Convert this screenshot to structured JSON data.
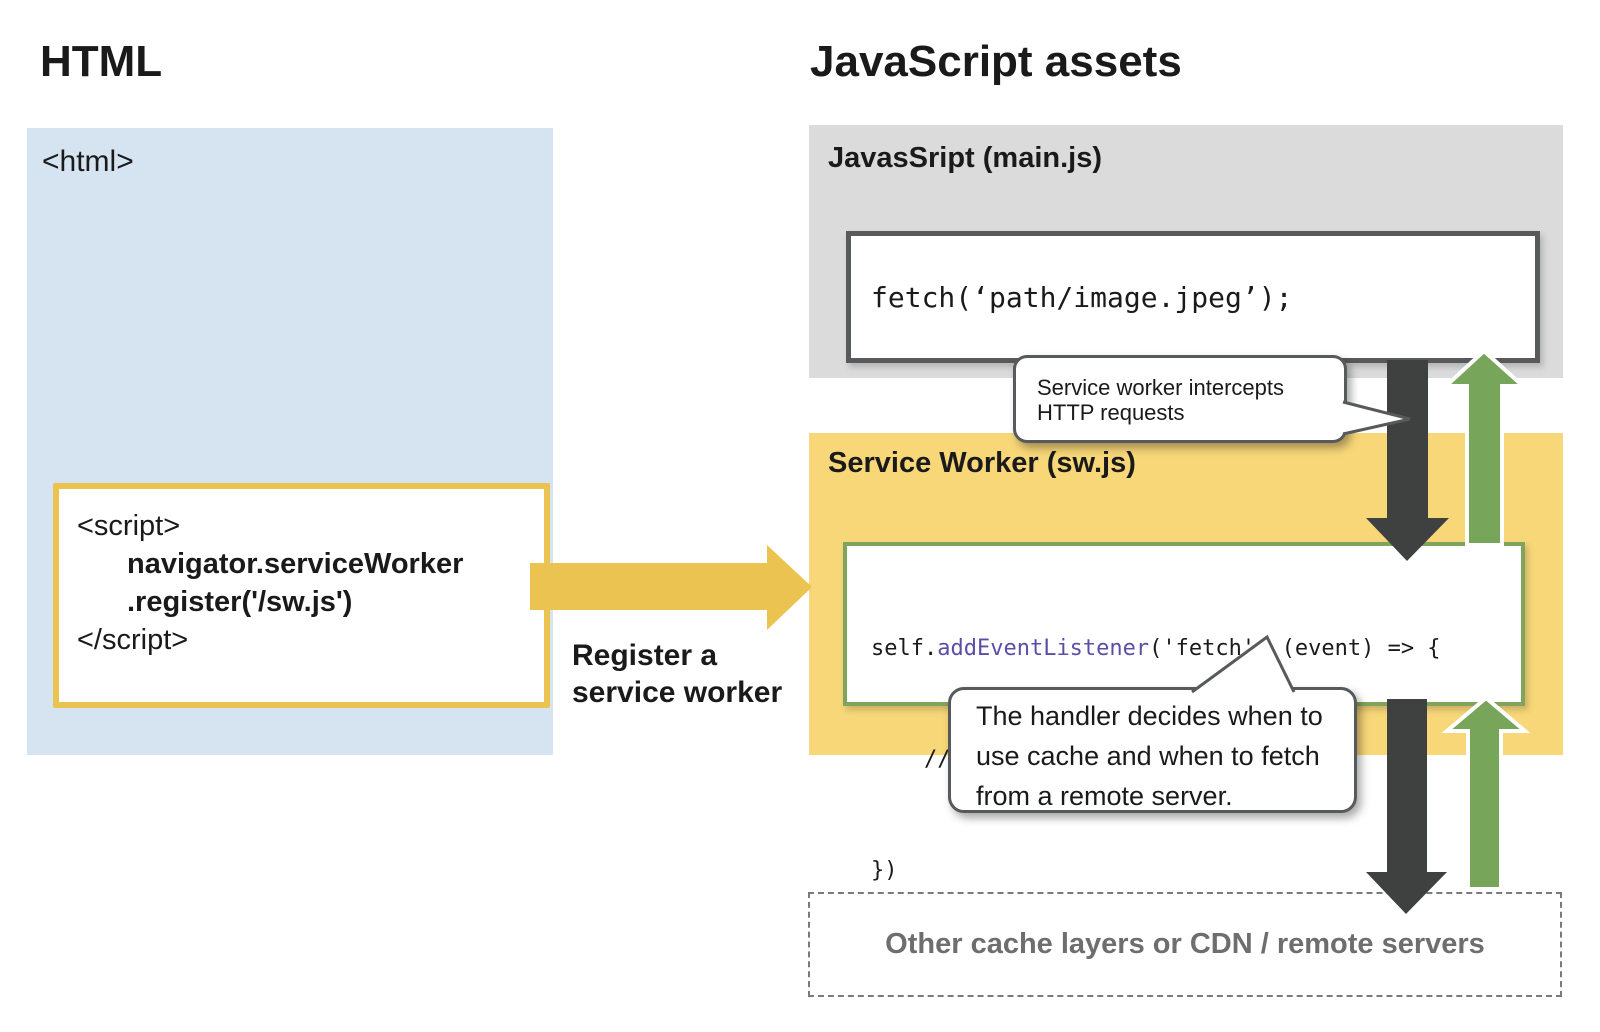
{
  "left": {
    "heading": "HTML",
    "html_tag": "<html>",
    "script": {
      "open": "<script>",
      "nav": "navigator.serviceWorker",
      "register": ".register('/sw.js')",
      "close": "</script>"
    },
    "register_label": [
      "Register a",
      "service worker"
    ]
  },
  "right": {
    "heading": "JavaScript assets",
    "mainjs": {
      "title": "JavasSript (main.js)",
      "code": "fetch(‘path/image.jpeg’);"
    },
    "sw": {
      "title": "Service Worker (sw.js)",
      "line1_pre": "self.",
      "line1_func": "addEventListener",
      "line1_post": "('fetch', (event) => {",
      "line2": "// logic of handling fetch event",
      "line3": "})"
    },
    "cache_label": "Other cache layers or CDN / remote servers"
  },
  "bubbles": {
    "intercept": {
      "lines": [
        "Service worker intercepts",
        "HTTP requests"
      ]
    },
    "handler": {
      "lines": [
        "The handler decides when to",
        "use cache and when to fetch",
        "from a remote server."
      ]
    }
  },
  "colors": {
    "blue_panel": "#d6e3f1",
    "gray_panel": "#dbdbdb",
    "yellow_panel": "#f8d779",
    "gold_accent": "#eac351",
    "dark_arrow": "#3f4040",
    "green_arrow": "#77a65a",
    "green_border": "#7fa45c",
    "dark_border": "#58595b",
    "purple_code": "#5b4ea8",
    "muted_text": "#6e6e6e"
  }
}
